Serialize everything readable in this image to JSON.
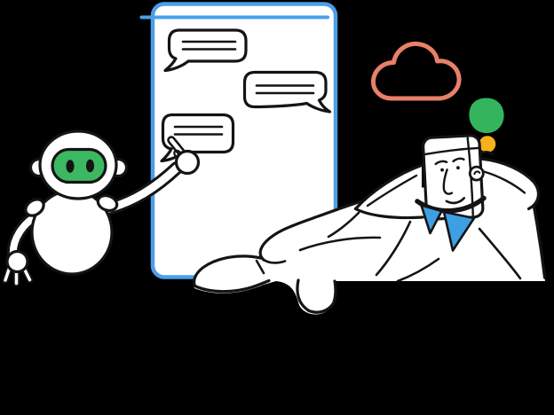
{
  "scene": {
    "description": "Illustration: a friendly white robot with a green visor points at a chat panel filled with speech bubbles while a relaxed man reclines with his hands behind his head, daydreaming beneath a coral cloud outline with green and yellow thought dots, on a black background",
    "elements": [
      "chat-robot",
      "chat-panel",
      "speech-bubbles",
      "reclining-man",
      "thought-cloud",
      "thought-dots"
    ]
  },
  "panel": {
    "bubble_count": 3,
    "bubbles": [
      {
        "position": "top-left",
        "tail": "bottom-left",
        "text_lines": 2
      },
      {
        "position": "middle-right",
        "tail": "bottom-right",
        "text_lines": 2
      },
      {
        "position": "bottom-left",
        "tail": "bottom-left",
        "text_lines": 2
      }
    ],
    "header_rule": true
  },
  "colors": {
    "background": "#000000",
    "ink": "#141414",
    "paper": "#ffffff",
    "panel-blue": "#4B9FE8",
    "visor-green": "#3CB863",
    "blob-green": "#34B45C",
    "dot-yellow": "#F5B21A",
    "cloud-coral": "#E8806A",
    "collar-blue": "#3E9FE3"
  }
}
